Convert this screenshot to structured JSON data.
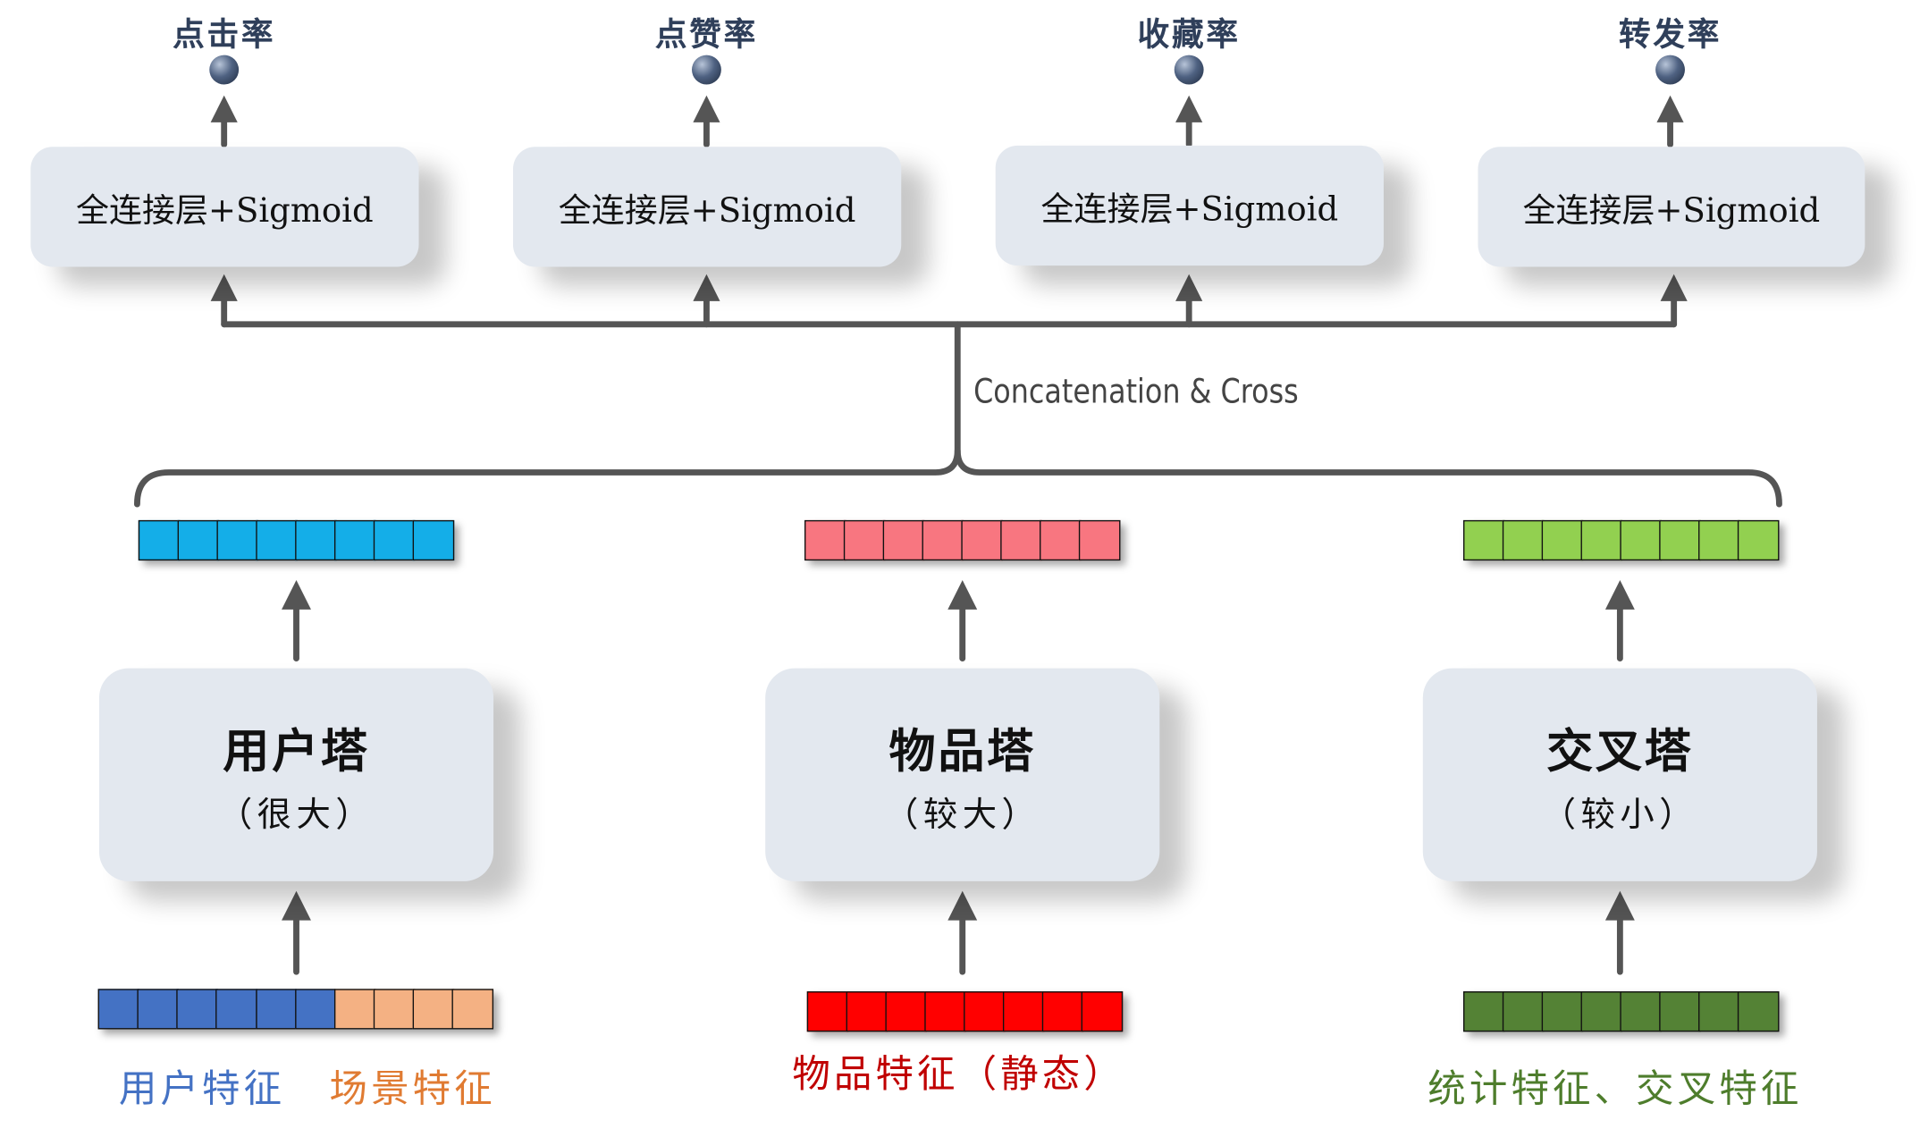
{
  "outputs": [
    {
      "label": "点击率"
    },
    {
      "label": "点赞率"
    },
    {
      "label": "收藏率"
    },
    {
      "label": "转发率"
    }
  ],
  "fc_layers": [
    {
      "label": "全连接层+Sigmoid"
    },
    {
      "label": "全连接层+Sigmoid"
    },
    {
      "label": "全连接层+Sigmoid"
    },
    {
      "label": "全连接层+Sigmoid"
    }
  ],
  "concat_label": "Concatenation & Cross",
  "towers": [
    {
      "name": "用户塔",
      "size": "（很大）"
    },
    {
      "name": "物品塔",
      "size": "（较大）"
    },
    {
      "name": "交叉塔",
      "size": "（较小）"
    }
  ],
  "features": {
    "user": "用户特征",
    "scene": "场景特征",
    "item": "物品特征（静态）",
    "cross": "统计特征、交叉特征"
  },
  "colors": {
    "user_embed": "#14aee8",
    "item_embed": "#f87680",
    "cross_embed": "#92d050",
    "user_feat": "#4472c4",
    "scene_feat": "#f4b183",
    "item_feat": "#ff0000",
    "cross_feat": "#548235",
    "user_caption": "#4472c4",
    "scene_caption": "#e07b32",
    "item_caption": "#c00000",
    "cross_caption": "#4e7d2c",
    "line": "#555555",
    "node": "#e3e8ef"
  }
}
